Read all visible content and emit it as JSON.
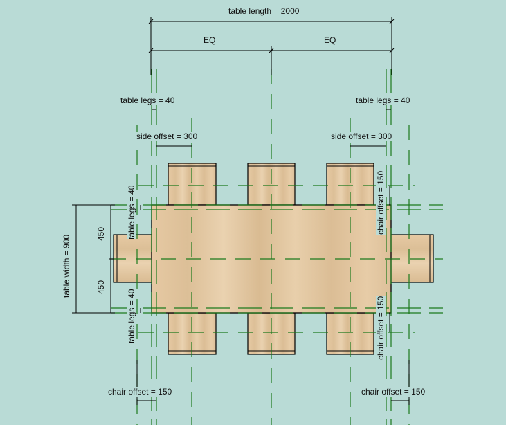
{
  "drawing": {
    "type": "family editor plan view - dining table with chairs",
    "background_color": "#b9dbd6",
    "wood_color": "#e2c6a0",
    "reference_plane_color": "#1c7a1c",
    "dimension_line_color": "#000000"
  },
  "dimensions": {
    "table_length": "table length = 2000",
    "eq_left": "EQ",
    "eq_right": "EQ",
    "table_legs_top_left": "table legs = 40",
    "table_legs_top_right": "table legs = 40",
    "side_offset_left": "side offset = 300",
    "side_offset_right": "side offset = 300",
    "table_width": "table width = 900",
    "half_width_top": "450",
    "half_width_bottom": "450",
    "table_legs_left_upper": "table legs = 40",
    "table_legs_left_lower": "table legs = 40",
    "chair_offset_right_upper": "chair offset = 150",
    "chair_offset_right_lower": "chair offset = 150",
    "chair_offset_bottom_left": "chair offset = 150",
    "chair_offset_bottom_right": "chair offset = 150"
  },
  "elements": {
    "table": {
      "label": "table"
    },
    "chairs_top": [
      "chair",
      "chair",
      "chair"
    ],
    "chairs_bottom": [
      "chair",
      "chair",
      "chair"
    ],
    "chair_left": "chair",
    "chair_right": "chair"
  }
}
